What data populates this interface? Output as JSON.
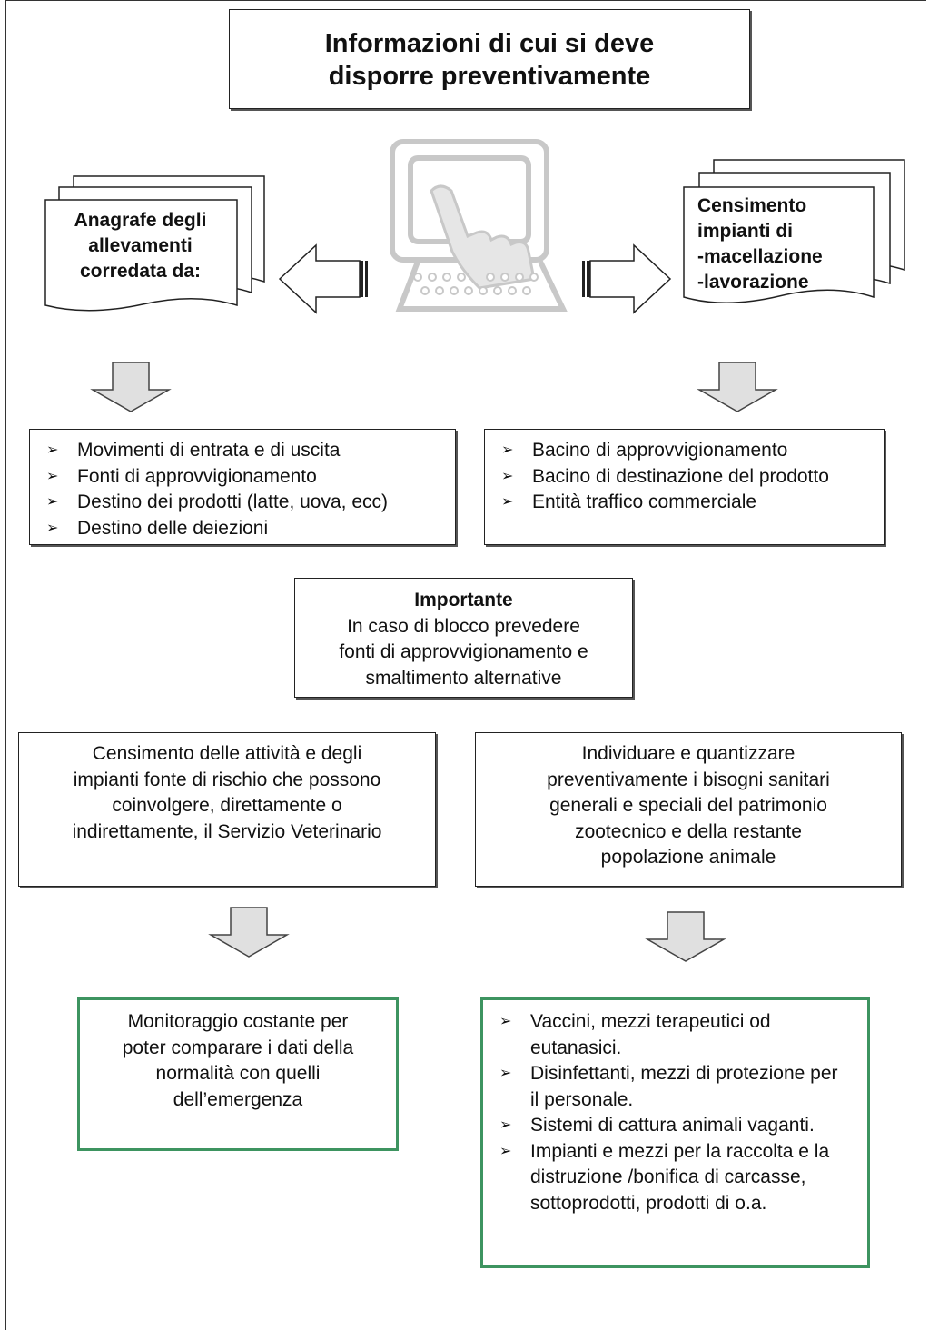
{
  "title": {
    "line1": "Informazioni di cui si deve",
    "line2": "disporre preventivamente"
  },
  "left_doc": {
    "lines": [
      "Anagrafe degli",
      "allevamenti",
      "corredata da:"
    ]
  },
  "right_doc": {
    "lines": [
      "Censimento",
      "impianti di",
      "-macellazione",
      "-lavorazione"
    ]
  },
  "left_list": {
    "items": [
      "Movimenti di entrata e di uscita",
      "Fonti di approvvigionamento",
      "Destino dei prodotti (latte, uova, ecc)",
      "Destino delle deiezioni"
    ]
  },
  "right_list": {
    "items": [
      "Bacino di approvvigionamento",
      "Bacino di destinazione del prodotto",
      "Entità traffico commerciale"
    ]
  },
  "important": {
    "heading": "Importante",
    "lines": [
      "In caso di blocco prevedere",
      "fonti di approvvigionamento e",
      "smaltimento alternative"
    ]
  },
  "census_box": {
    "lines": [
      "Censimento delle attività e degli",
      "impianti fonte di rischio che possono",
      "coinvolgere, direttamente o",
      "indirettamente, il Servizio Veterinario"
    ]
  },
  "needs_box": {
    "lines": [
      "Individuare e quantizzare",
      "preventivamente i bisogni sanitari",
      "generali e speciali del patrimonio",
      "zootecnico e della restante",
      "popolazione animale"
    ]
  },
  "monitor_box": {
    "lines": [
      "Monitoraggio costante per",
      "poter comparare i dati della",
      "normalità con quelli",
      "dell’emergenza"
    ]
  },
  "supplies_list": {
    "items": [
      "Vaccini, mezzi terapeutici od eutanasici.",
      "Disinfettanti, mezzi di protezione per il personale.",
      "Sistemi di cattura animali vaganti.",
      "Impianti e mezzi per la raccolta e la distruzione /bonifica di carcasse, sottoprodotti, prodotti di o.a."
    ]
  },
  "colors": {
    "green_border": "#3d9460",
    "arrow_fill": "#d9d9d9",
    "computer_gray": "#cfcfcf"
  },
  "icons": {
    "bullet": "arrowhead-bullet",
    "computer": "computer-hand-icon"
  }
}
